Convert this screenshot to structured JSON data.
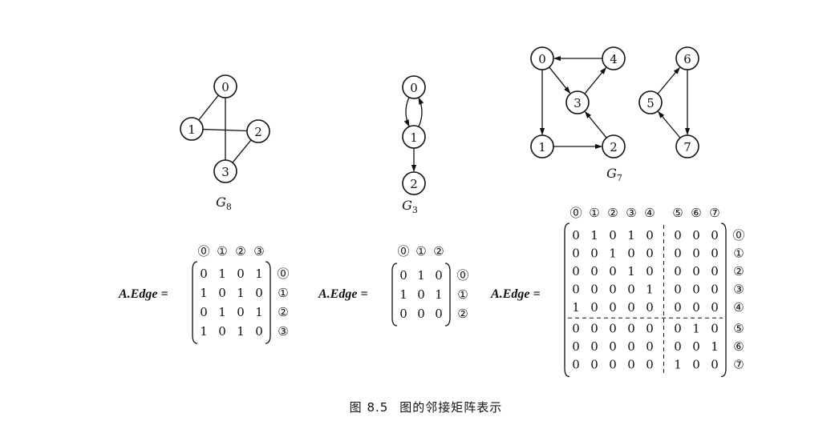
{
  "graphs": [
    {
      "id": "g8",
      "name_letter": "G",
      "name_sub": "8",
      "directed": false,
      "nodes": [
        "0",
        "1",
        "2",
        "3"
      ],
      "edges": [
        [
          "0",
          "1"
        ],
        [
          "0",
          "3"
        ],
        [
          "1",
          "2"
        ],
        [
          "2",
          "3"
        ]
      ]
    },
    {
      "id": "g3",
      "name_letter": "G",
      "name_sub": "3",
      "directed": true,
      "nodes": [
        "0",
        "1",
        "2"
      ],
      "edges": [
        [
          "0",
          "1"
        ],
        [
          "1",
          "0"
        ],
        [
          "1",
          "2"
        ]
      ]
    },
    {
      "id": "g7",
      "name_letter": "G",
      "name_sub": "7",
      "directed": true,
      "nodes": [
        "0",
        "1",
        "2",
        "3",
        "4",
        "5",
        "6",
        "7"
      ],
      "edges": [
        [
          "0",
          "1"
        ],
        [
          "0",
          "3"
        ],
        [
          "1",
          "2"
        ],
        [
          "2",
          "3"
        ],
        [
          "3",
          "4"
        ],
        [
          "4",
          "0"
        ],
        [
          "5",
          "6"
        ],
        [
          "6",
          "7"
        ],
        [
          "7",
          "5"
        ]
      ]
    }
  ],
  "matrices": [
    {
      "id": "m8",
      "label": "A.Edge =",
      "col_indices": [
        "⓪",
        "①",
        "②",
        "③"
      ],
      "row_indices": [
        "⓪",
        "①",
        "②",
        "③"
      ],
      "rows": [
        [
          "0",
          "1",
          "0",
          "1"
        ],
        [
          "1",
          "0",
          "1",
          "0"
        ],
        [
          "0",
          "1",
          "0",
          "1"
        ],
        [
          "1",
          "0",
          "1",
          "0"
        ]
      ]
    },
    {
      "id": "m3",
      "label": "A.Edge =",
      "col_indices": [
        "⓪",
        "①",
        "②"
      ],
      "row_indices": [
        "⓪",
        "①",
        "②"
      ],
      "rows": [
        [
          "0",
          "1",
          "0"
        ],
        [
          "1",
          "0",
          "1"
        ],
        [
          "0",
          "0",
          "0"
        ]
      ]
    },
    {
      "id": "m7",
      "label": "A.Edge =",
      "col_indices": [
        "⓪",
        "①",
        "②",
        "③",
        "④",
        "⑤",
        "⑥",
        "⑦"
      ],
      "row_indices": [
        "⓪",
        "①",
        "②",
        "③",
        "④",
        "⑤",
        "⑥",
        "⑦"
      ],
      "rows": [
        [
          "0",
          "1",
          "0",
          "1",
          "0",
          "0",
          "0",
          "0"
        ],
        [
          "0",
          "0",
          "1",
          "0",
          "0",
          "0",
          "0",
          "0"
        ],
        [
          "0",
          "0",
          "0",
          "1",
          "0",
          "0",
          "0",
          "0"
        ],
        [
          "0",
          "0",
          "0",
          "0",
          "1",
          "0",
          "0",
          "0"
        ],
        [
          "1",
          "0",
          "0",
          "0",
          "0",
          "0",
          "0",
          "0"
        ],
        [
          "0",
          "0",
          "0",
          "0",
          "0",
          "0",
          "1",
          "0"
        ],
        [
          "0",
          "0",
          "0",
          "0",
          "0",
          "0",
          "0",
          "1"
        ],
        [
          "0",
          "0",
          "0",
          "0",
          "0",
          "1",
          "0",
          "0"
        ]
      ]
    }
  ],
  "caption": {
    "figure_number": "图 8.5",
    "title": "图的邻接矩阵表示"
  }
}
